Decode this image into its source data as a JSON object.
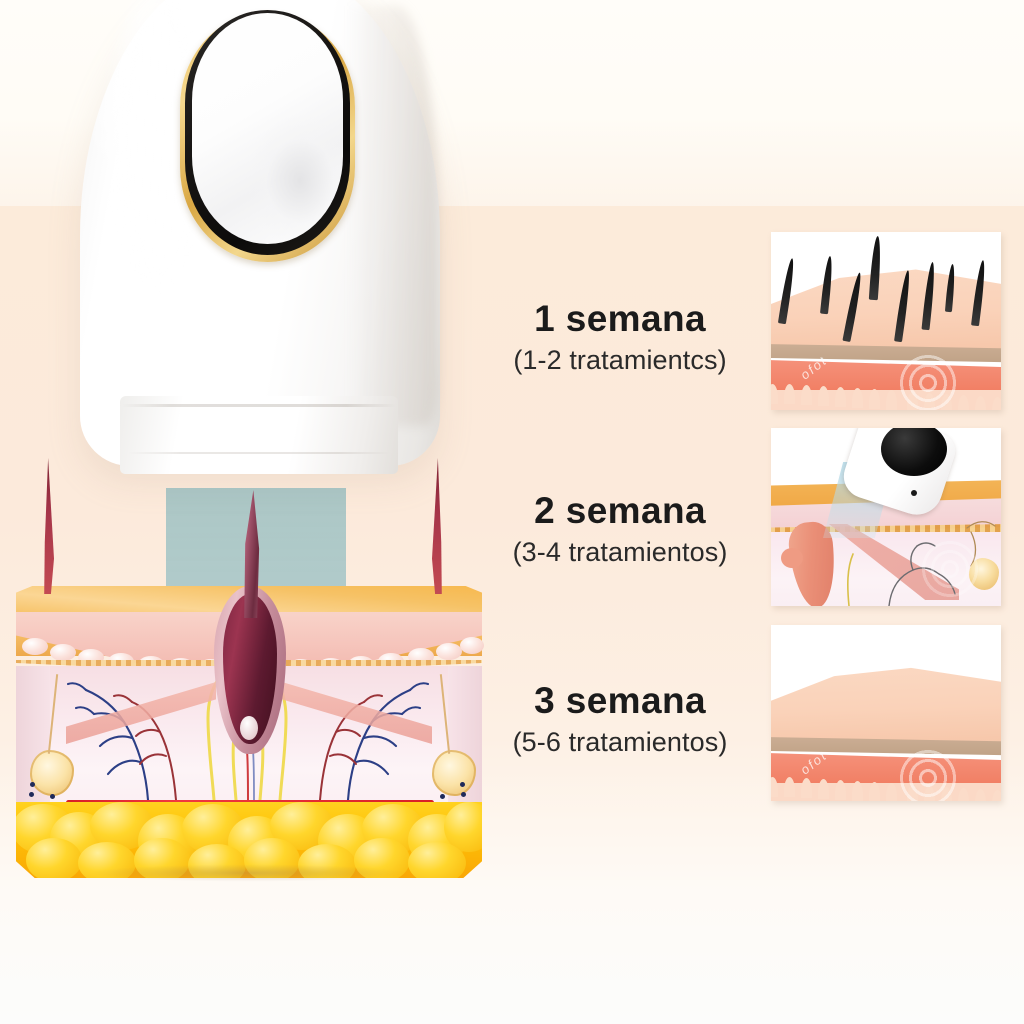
{
  "product": {
    "device_name": "ipl-hair-removal-handset",
    "window_color": "#d9a743",
    "lens_color": "#141312",
    "beam_color": "#a7d6e5"
  },
  "background": {
    "top_color": "#fffdf9",
    "mid_color": "#fceadb",
    "bottom_color": "#fcfcfb"
  },
  "diagram": {
    "name": "skin-cross-section",
    "layers": [
      {
        "name": "epidermis",
        "color": "#f7c169"
      },
      {
        "name": "papillary-dermis",
        "color": "#f6c6bd"
      },
      {
        "name": "basement-membrane",
        "color": "#e7a852"
      },
      {
        "name": "reticular-dermis",
        "color": "#faeaef"
      },
      {
        "name": "subcutaneous-fat",
        "color": "#ffc107"
      }
    ],
    "structures": [
      {
        "name": "hair-shaft",
        "color": "#8b4458"
      },
      {
        "name": "hair-follicle-bulb",
        "color": "#7e2742"
      },
      {
        "name": "arrector-pili-muscle",
        "color": "#f4baaf"
      },
      {
        "name": "sebaceous-gland",
        "color": "#fbe3a8"
      },
      {
        "name": "artery",
        "color": "#d81f26"
      },
      {
        "name": "vein",
        "color": "#2b3f9e"
      },
      {
        "name": "nerve",
        "color": "#f4e04d"
      }
    ]
  },
  "timeline": {
    "steps": [
      {
        "title": "1 semana",
        "subtitle": "(1-2 tratamientcs)",
        "panel_name": "panel-week-1",
        "panel_caption": "skin-with-dense-hair"
      },
      {
        "title": "2 semana",
        "subtitle": "(3-4 tratamientos)",
        "panel_name": "panel-week-2",
        "panel_caption": "device-treating-follicle"
      },
      {
        "title": "3 semana",
        "subtitle": "(5-6 tratamientos)",
        "panel_name": "panel-week-3",
        "panel_caption": "smooth-hairless-skin"
      }
    ]
  },
  "watermark": {
    "text": "ofot"
  }
}
